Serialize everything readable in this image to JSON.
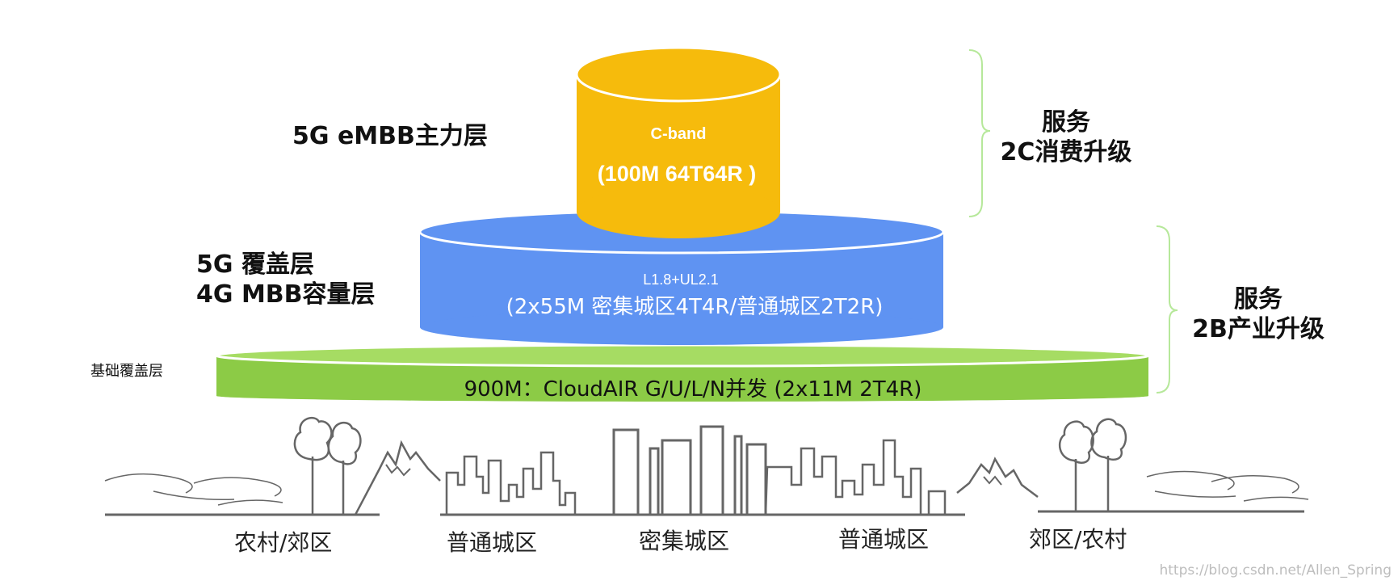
{
  "layers": {
    "top": {
      "band": "C-band",
      "spec": "(100M 64T64R )",
      "side_label": "5G eMBB主力层",
      "color": "#f6bb0c"
    },
    "middle": {
      "band": "L1.8+UL2.1",
      "spec": "(2x55M 密集城区4T4R/普通城区2T2R)",
      "side_label_1": "5G 覆盖层",
      "side_label_2": "4G MBB容量层",
      "color": "#5f93f2"
    },
    "bottom": {
      "spec": "900M：CloudAIR  G/U/L/N并发 (2x11M  2T4R)",
      "side_label": "基础覆盖层",
      "color": "#8ccb46"
    }
  },
  "services": {
    "upper": {
      "line1": "服务",
      "line2": "2C消费升级"
    },
    "lower": {
      "line1": "服务",
      "line2": "2B产业升级"
    },
    "bracket_color": "#b6e89a"
  },
  "areas": [
    "农村/郊区",
    "普通城区",
    "密集城区",
    "普通城区",
    "郊区/农村"
  ],
  "watermark": "https://blog.csdn.net/Allen_Spring"
}
